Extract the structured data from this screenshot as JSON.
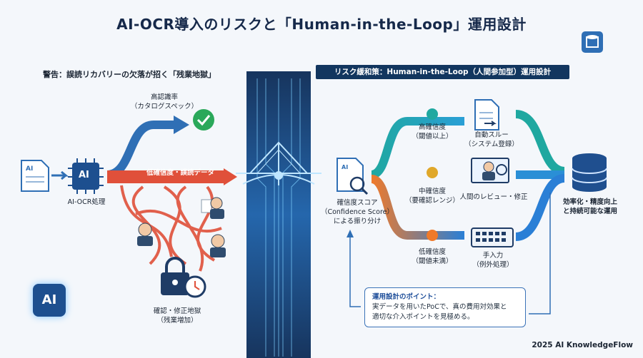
{
  "title": "AI-OCR導入のリスクと「Human-in-the-Loop」運用設計",
  "left_heading": "警告：誤読リカバリーの欠落が招く「残業地獄」",
  "right_heading": "リスク緩和策：Human-in-the-Loop（人間参加型）運用設計",
  "doc_icon_text": "AI",
  "ai_chip_text": "AI",
  "ai_ocr_label": "AI-OCR処理",
  "high_recog": {
    "line1": "高認識率",
    "line2": "（カタログスペック）"
  },
  "low_conf_band": "低確信度・誤読データ",
  "hell": {
    "line1": "確認・修正地獄",
    "line2": "（残業増加）"
  },
  "score": {
    "line1": "確信度スコア",
    "line2": "（Confidence Score）",
    "line3": "による振り分け",
    "doc_text": "AI"
  },
  "high_conf": {
    "line1": "高確信度",
    "line2": "（閾値以上）"
  },
  "mid_conf": {
    "line1": "中確信度",
    "line2": "（要確認レンジ）"
  },
  "low_conf": {
    "line1": "低確信度",
    "line2": "（閾値未満）"
  },
  "auto": {
    "line1": "自動スルー",
    "line2": "（システム登録）"
  },
  "review": {
    "line1": "人間のレビュー・修正"
  },
  "manual": {
    "line1": "手入力",
    "line2": "（例外処理）"
  },
  "result": {
    "line1": "効率化・精度向上",
    "line2": "と持続可能な運用"
  },
  "note": {
    "title": "運用設計のポイント：",
    "line1": "実データを用いたPoCで、真の費用対効果と",
    "line2": "適切な介入ポイントを見極める。"
  },
  "ai_logo_text": "AI",
  "footer": "2025 AI KnowledgeFlow",
  "colors": {
    "navy": "#12365f",
    "blue": "#2f6fb5",
    "red": "#e0503a",
    "green": "#2aa85a",
    "orange": "#f08a2a",
    "teal": "#1fa8a0"
  }
}
